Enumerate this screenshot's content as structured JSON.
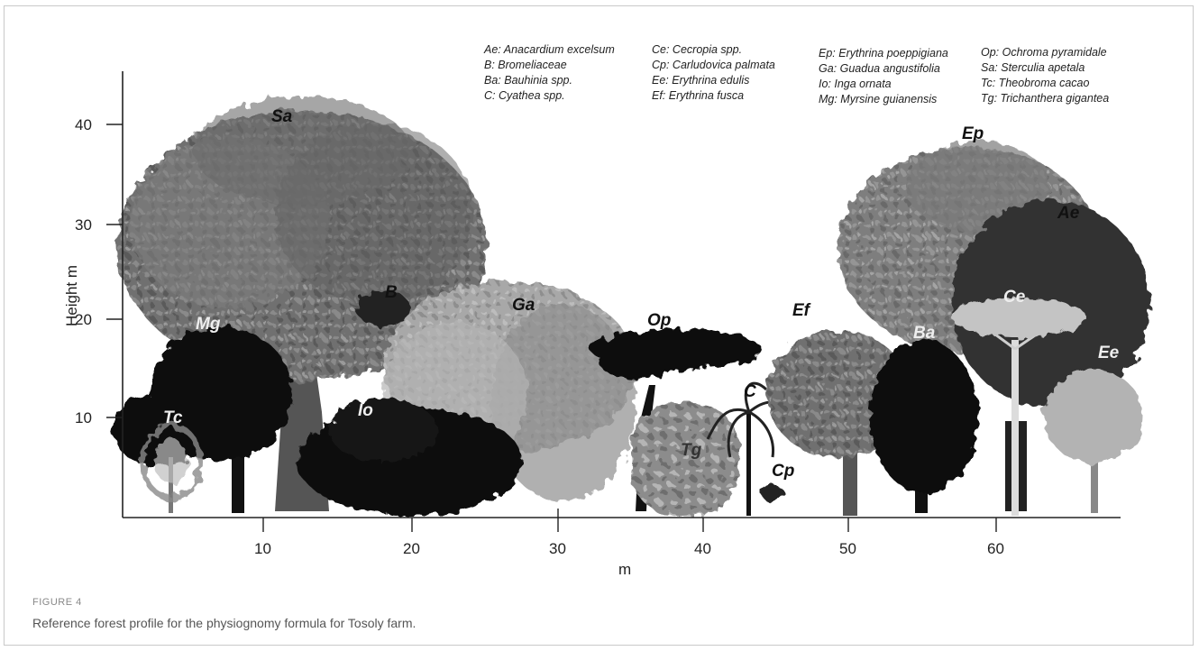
{
  "figure": {
    "axis": {
      "y_title": "Height m",
      "x_title": "m",
      "y_ticks": [
        "10",
        "20",
        "30",
        "40"
      ],
      "x_ticks": [
        "10",
        "20",
        "30",
        "40",
        "50",
        "60"
      ]
    },
    "legend": [
      "Ae: Anacardium excelsum",
      "B: Bromeliaceae",
      "Ba: Bauhinia spp.",
      "C:  Cyathea spp.",
      "Ce: Cecropia spp.",
      "Cp: Carludovica palmata",
      "Ee: Erythrina edulis",
      "Ef: Erythrina fusca",
      "Ep: Erythrina poeppigiana",
      "Ga: Guadua angustifolia",
      "Io: Inga ornata",
      "Mg: Myrsine guianensis",
      "Op: Ochroma pyramidale",
      "Sa: Sterculia apetala",
      "Tc: Theobroma cacao",
      "Tg: Trichanthera gigantea"
    ],
    "species_labels": {
      "sa": "Sa",
      "mg": "Mg",
      "b": "B",
      "tc": "Tc",
      "io": "Io",
      "ga": "Ga",
      "op": "Op",
      "tg": "Tg",
      "c": "C",
      "cp": "Cp",
      "ef": "Ef",
      "ba": "Ba",
      "ep": "Ep",
      "ae": "Ae",
      "ce": "Ce",
      "ee": "Ee"
    },
    "colors": {
      "dark_canopy": "#111111",
      "mid_canopy": "#6f6f6f",
      "light_canopy": "#a6a6a6",
      "pale_canopy": "#c9c9c9"
    }
  },
  "caption": {
    "label": "FIGURE 4",
    "text": "Reference forest profile for the physiognomy formula for Tosoly farm."
  }
}
